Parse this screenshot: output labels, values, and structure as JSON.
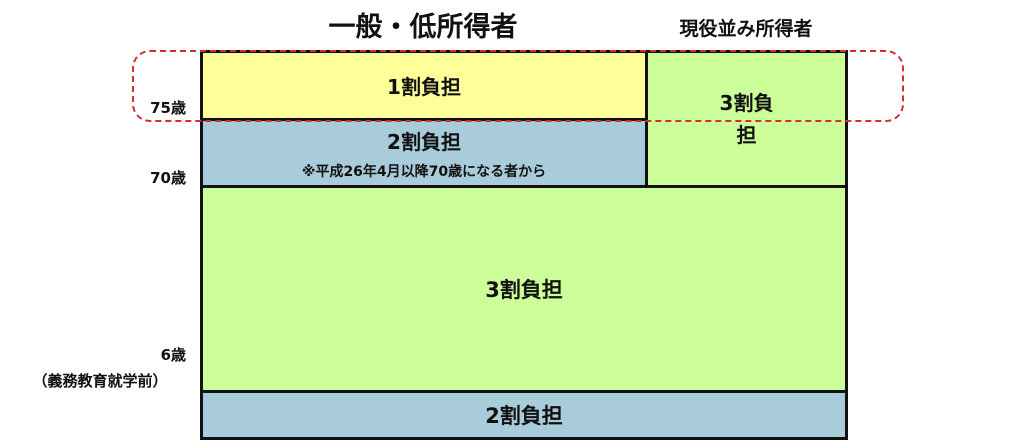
{
  "headers": {
    "general": "一般・低所得者",
    "active": "現役並み所得者"
  },
  "ages": {
    "age75": "75歳",
    "age70": "70歳",
    "age6": "6歳",
    "age6_note": "（義務教育就学前）"
  },
  "cells": {
    "general_75plus": "1割負担",
    "general_70to74": "2割負担",
    "general_70to74_note": "※平成26年4月以降70歳になる者から",
    "active_70plus": "3割負担",
    "working_age": "3割負担",
    "preschool": "2割負担"
  },
  "colors": {
    "yellow": "#ffff99",
    "lime": "#ccff99",
    "blue": "#a9ccdb",
    "highlight_dash": "#d32f2f"
  }
}
